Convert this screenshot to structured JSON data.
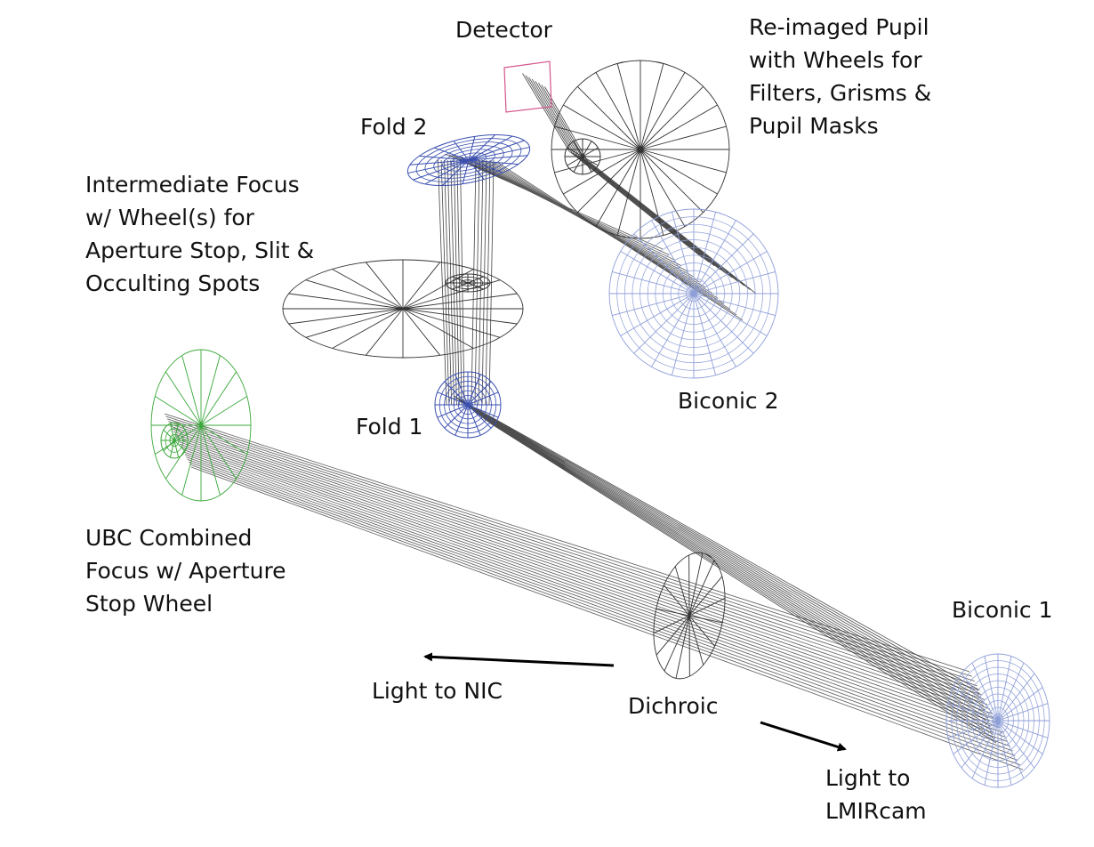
{
  "diagram": {
    "labels": {
      "detector": "Detector",
      "reimaged_pupil": [
        "Re-imaged Pupil",
        "with Wheels for",
        "Filters, Grisms &",
        "Pupil Masks"
      ],
      "fold2": "Fold 2",
      "intermediate_focus": [
        "Intermediate Focus",
        "w/ Wheel(s) for",
        "Aperture Stop, Slit &",
        "Occulting Spots"
      ],
      "biconic2": "Biconic 2",
      "fold1": "Fold 1",
      "ubc_focus": [
        "UBC Combined",
        "Focus w/ Aperture",
        "Stop Wheel"
      ],
      "biconic1": "Biconic 1",
      "light_to_nic": "Light to NIC",
      "dichroic": "Dichroic",
      "light_to_lmircam": [
        "Light to",
        "LMIRcam"
      ]
    },
    "colors": {
      "rays": "#222222",
      "element_black": "#333333",
      "element_blue": "#3a4fb0",
      "element_blue_light": "#8f9fd8",
      "element_green": "#3aa83a",
      "detector": "#d4558c"
    }
  }
}
